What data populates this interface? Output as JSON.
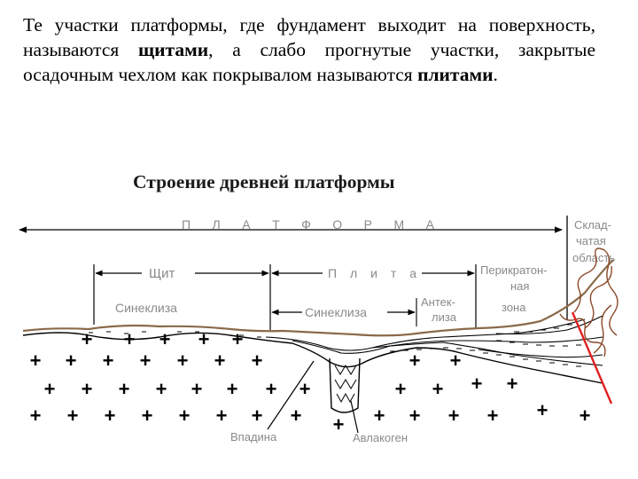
{
  "paragraph": {
    "part1": "Те участки платформы, где фундамент выходит на поверхность, называются ",
    "term1": "щитами",
    "part2": ", а слабо прогнутые участки, закрытые осадочным чехлом как покрывалом называются ",
    "term2": "плитами",
    "part3": "."
  },
  "title": "Строение древней платформы",
  "diagram": {
    "platform_label": "П Л А Т Ф О Р М А",
    "shield": "Щит",
    "plate": "П л и т а",
    "syneclise_left": "Синеклиза",
    "syneclise_center": "Синеклиза",
    "anteclise_l1": "Антек-",
    "anteclise_l2": "лиза",
    "pericratonic_l1": "Перикратон-",
    "pericratonic_l2": "ная",
    "pericratonic_l3": "зона",
    "folded_l1": "Склад-",
    "folded_l2": "чатая",
    "folded_l3": "область",
    "depression": "Впадина",
    "aulacogen": "Авлакоген"
  },
  "colors": {
    "text": "#000000",
    "label": "#8a8a8a",
    "surface": "#8a6a4a",
    "fold_line": "#8b4a2b",
    "fault": "#e02020"
  }
}
